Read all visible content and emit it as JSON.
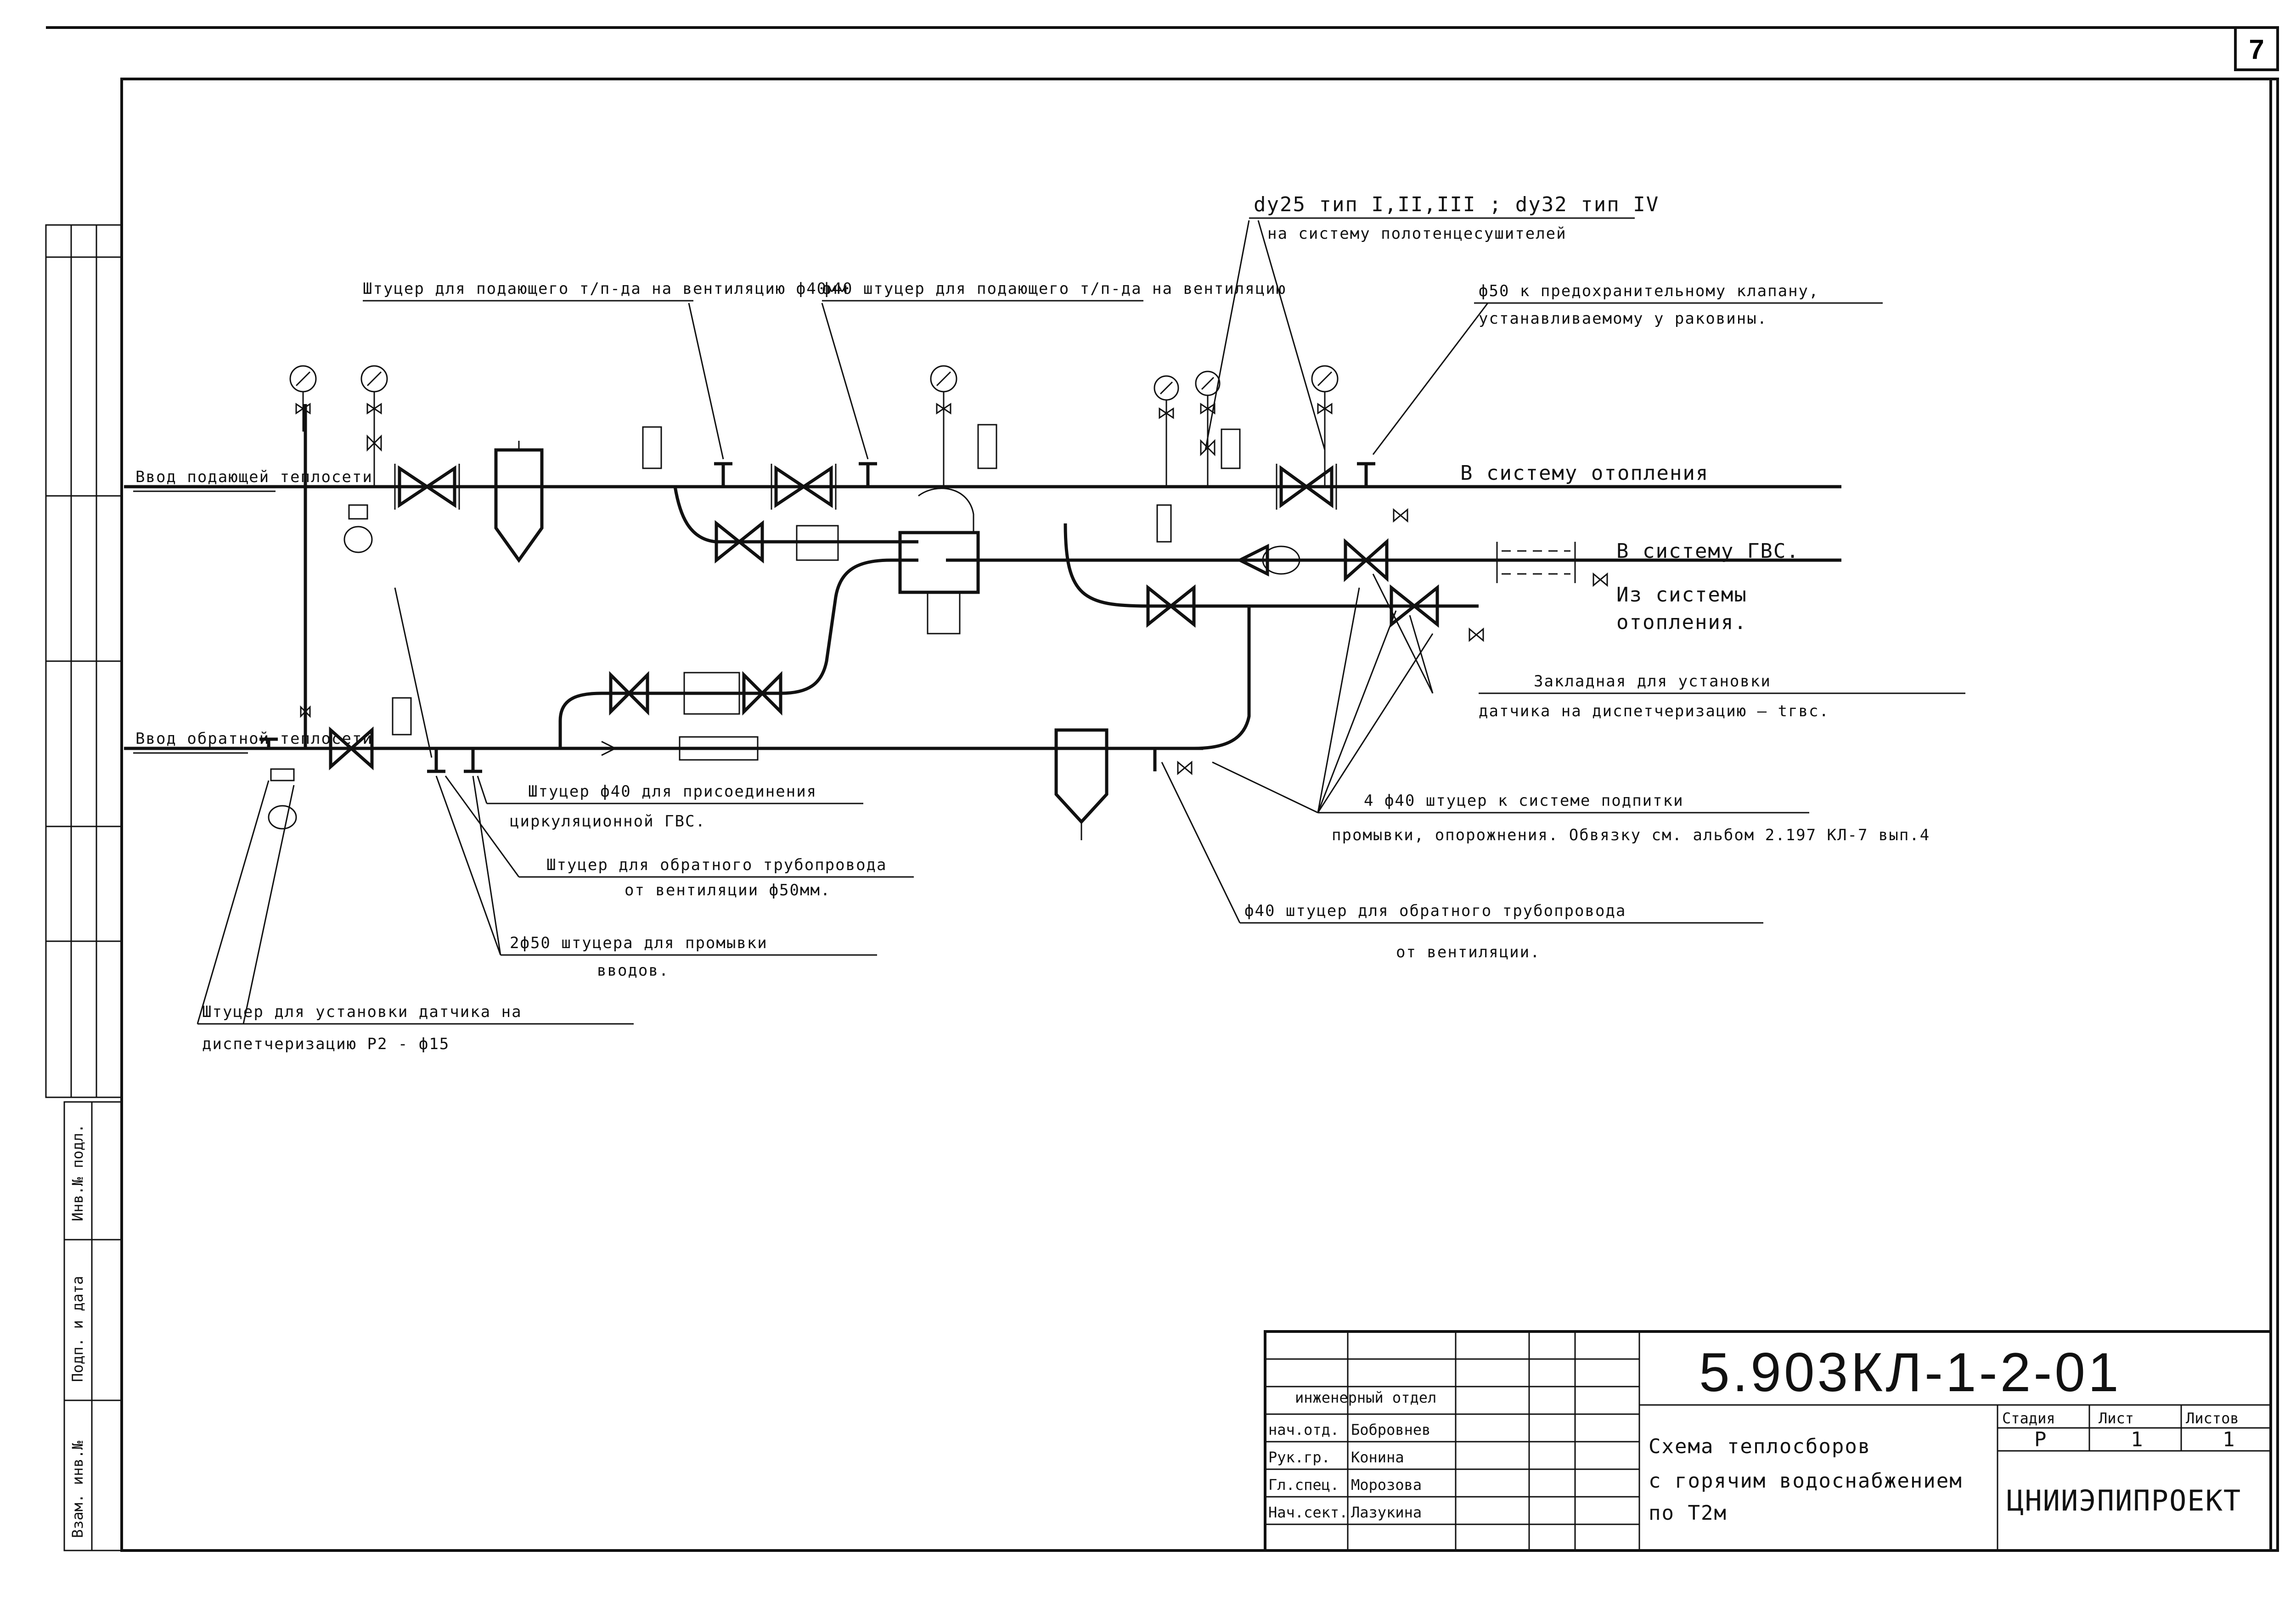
{
  "sheet": {
    "number": "7"
  },
  "title_block": {
    "code": "5.903КЛ-1-2-01",
    "title_line1": "Схема теплосборов",
    "title_line2": "с горячим водоснабжением",
    "title_line3": "по Т2м",
    "org": "ЦНИИЭПИПРОЕКТ",
    "stage_headers": [
      "Стадия",
      "Лист",
      "Листов"
    ],
    "stage_values": [
      "Р",
      "1",
      "1"
    ],
    "roles": [
      "нач.отд.",
      "Рук.гр.",
      "Гл.спец.",
      "Нач.сект."
    ],
    "names": [
      "Бобровнев",
      "Конина",
      "Морозова",
      "Лазукина"
    ],
    "header_text": "инженерный отдел"
  },
  "labels": {
    "supply_input": "Ввод подающей теплосети",
    "return_input": "Ввод обратной теплосети",
    "supply_vent_fitting": "Штуцер для подающего т/п-да на вентиляцию ф40мм",
    "d40_supply_vent": "ф40 штуцер для подающего т/п-да на вентиляцию",
    "towel_dryers_line1": "dу25 тип I,II,III ; dу32 тип IV",
    "towel_dryers_line2": "на систему полотенцесушителей",
    "safety_valve_line1": "ф50 к предохранительному клапану,",
    "safety_valve_line2": "устанавливаемому у раковины.",
    "to_heating": "В систему отопления",
    "to_hot_water": "В систему ГВС.",
    "from_heating_line1": "Из системы",
    "from_heating_line2": "отопления.",
    "sensor_mount_line1": "Закладная для установки",
    "sensor_mount_line2": "датчика на диспетчеризацию – tгвс.",
    "d40_fitting_line1": "4 ф40 штуцер к системе подпитки",
    "d40_fitting_line2": "промывки, опорожнения. Обвязку см. альбом 2.197 КЛ-7 вып.4",
    "d40_recirc_line1": "Штуцер ф40 для присоединения",
    "d40_recirc_line2": "циркуляционной ГВС.",
    "return_vent_fitting_line1": "Штуцер для обратного трубопровода",
    "return_vent_fitting_line2": "от вентиляции ф50мм.",
    "flush_fittings_line1": "2ф50 штуцера для промывки",
    "flush_fittings_line2": "вводов.",
    "d40_return_vent_line1": "ф40 штуцер для обратного трубопровода",
    "d40_return_vent_line2": "от вентиляции.",
    "p2_sensor_line1": "Штуцер для установки датчика на",
    "p2_sensor_line2": "диспетчеризацию P2 - ф15"
  },
  "side_stamp": [
    "Инв.№ подл.",
    "Подп. и дата",
    "Взам. инв.№"
  ]
}
